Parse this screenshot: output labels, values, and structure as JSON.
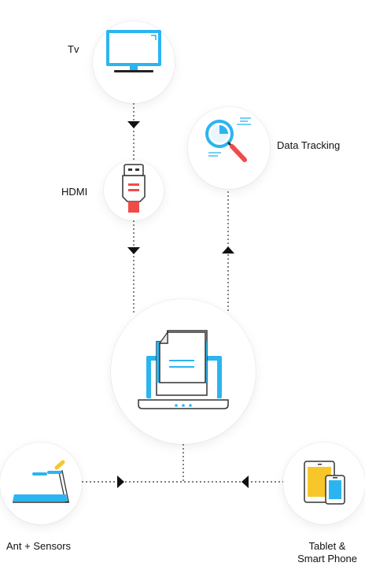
{
  "nodes": {
    "tv": {
      "label": "Tv",
      "icon": "tv-icon"
    },
    "hdmi": {
      "label": "HDMI",
      "icon": "hdmi-connector-icon"
    },
    "data_tracking": {
      "label": "Data Tracking",
      "icon": "magnifier-chart-icon"
    },
    "laptop": {
      "icon": "laptop-document-icon"
    },
    "ant_sensors": {
      "label": "Ant + Sensors",
      "icon": "treadmill-icon"
    },
    "tablet": {
      "label_line1": "Tablet &",
      "label_line2": "Smart Phone",
      "icon": "tablet-phone-icon"
    }
  },
  "colors": {
    "accent_blue": "#2bb5f0",
    "accent_red": "#f04b4b",
    "accent_yellow": "#f7c62b",
    "line": "#333333"
  }
}
